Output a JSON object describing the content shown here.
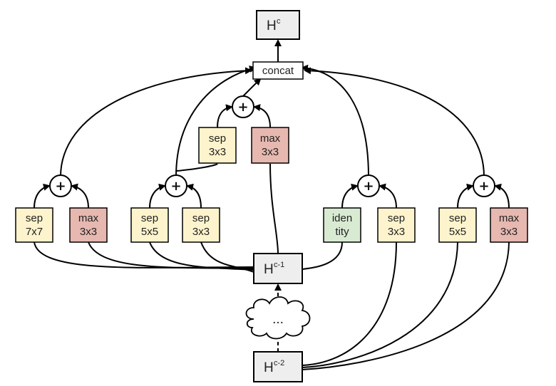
{
  "diagram": {
    "output": {
      "base": "H",
      "sup": "c"
    },
    "concat_label": "concat",
    "prev": {
      "base": "H",
      "sup": "c-1"
    },
    "prevprev": {
      "base": "H",
      "sup": "c-2"
    },
    "ellipsis": "...",
    "plus_symbol": "+",
    "ops": {
      "sep7x7": {
        "l1": "sep",
        "l2": "7x7",
        "color": "#fdf3cc"
      },
      "max3x3_a": {
        "l1": "max",
        "l2": "3x3",
        "color": "#e6b8b0"
      },
      "sep5x5_a": {
        "l1": "sep",
        "l2": "5x5",
        "color": "#fdf3cc"
      },
      "sep3x3_a": {
        "l1": "sep",
        "l2": "3x3",
        "color": "#fdf3cc"
      },
      "sep3x3_top": {
        "l1": "sep",
        "l2": "3x3",
        "color": "#fdf3cc"
      },
      "max3x3_top": {
        "l1": "max",
        "l2": "3x3",
        "color": "#e6b8b0"
      },
      "identity": {
        "l1": "iden",
        "l2": "tity",
        "color": "#d9ead3"
      },
      "sep3x3_b": {
        "l1": "sep",
        "l2": "3x3",
        "color": "#fdf3cc"
      },
      "sep5x5_b": {
        "l1": "sep",
        "l2": "5x5",
        "color": "#fdf3cc"
      },
      "max3x3_b": {
        "l1": "max",
        "l2": "3x3",
        "color": "#e6b8b0"
      }
    },
    "colors": {
      "h_fill": "#eeeeee",
      "stroke": "#000000"
    }
  }
}
